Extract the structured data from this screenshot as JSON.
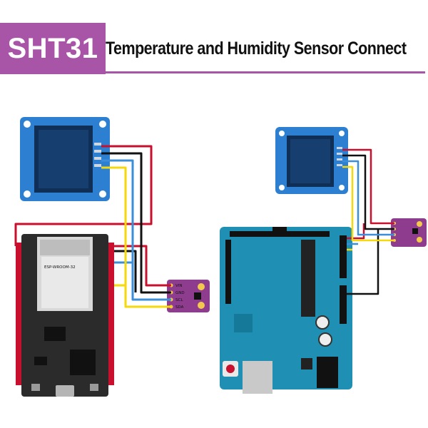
{
  "header": {
    "badge_text": "SHT31",
    "title_text": "Temperature and Humidity Sensor Connect"
  },
  "sensor_pins": [
    "VIN",
    "GND",
    "SCL",
    "SDA"
  ],
  "module_labels": {
    "esp_module": "ESP-WROOM-32"
  },
  "colors": {
    "badge": "#a855a8",
    "wire_vin": "#c8102e",
    "wire_gnd": "#111111",
    "wire_scl": "#3a8fd8",
    "wire_sda": "#f5d90a",
    "oled_board": "#2c7fd1",
    "sensor_board": "#8e3c8e",
    "esp_board": "#2b2b2b",
    "arduino_board": "#1f8fb3"
  }
}
